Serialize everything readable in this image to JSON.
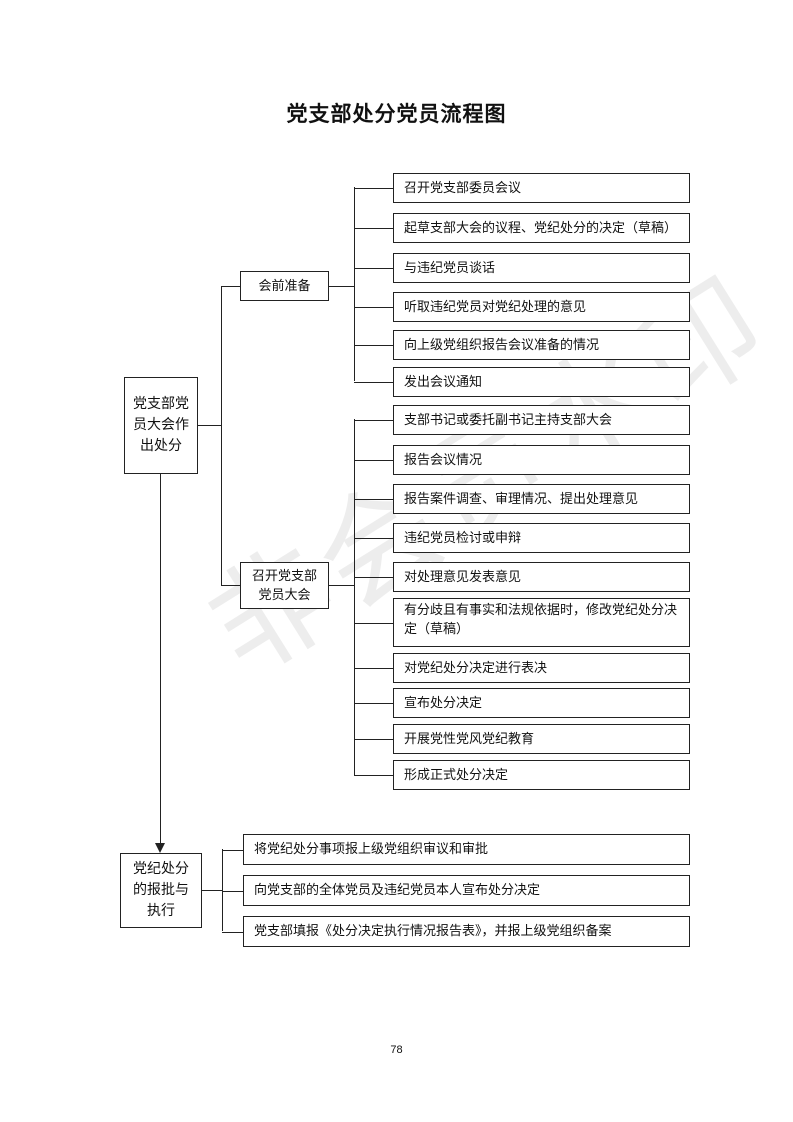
{
  "title": "党支部处分党员流程图",
  "watermark": "非会员水印",
  "page_number": "78",
  "root": {
    "label": "党支部党员大会作出处分"
  },
  "prep": {
    "label": "会前准备",
    "steps": [
      "召开党支部委员会议",
      "起草支部大会的议程、党纪处分的决定（草稿）",
      "与违纪党员谈话",
      "听取违纪党员对党纪处理的意见",
      "向上级党组织报告会议准备的情况",
      "发出会议通知"
    ]
  },
  "meeting": {
    "label": "召开党支部党员大会",
    "steps": [
      "支部书记或委托副书记主持支部大会",
      "报告会议情况",
      "报告案件调查、审理情况、提出处理意见",
      "违纪党员检讨或申辩",
      "对处理意见发表意见",
      "有分歧且有事实和法规依据时，修改党纪处分决定（草稿）",
      "对党纪处分决定进行表决",
      "宣布处分决定",
      "开展党性党风党纪教育",
      "形成正式处分决定"
    ]
  },
  "approval": {
    "label": "党纪处分的报批与执行",
    "steps": [
      "将党纪处分事项报上级党组织审议和审批",
      "向党支部的全体党员及违纪党员本人宣布处分决定",
      "党支部填报《处分决定执行情况报告表》，并报上级党组织备案"
    ]
  }
}
